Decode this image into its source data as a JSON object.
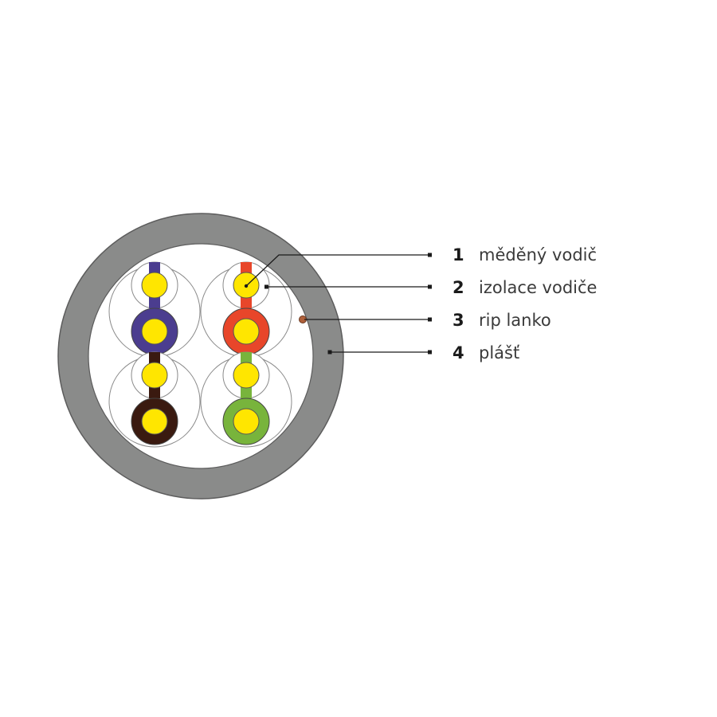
{
  "colors": {
    "jacket": "#8a8b8a",
    "jacket_edge": "#5c5c5c",
    "copper": "#ffe600",
    "rip_cord": "#b0603a",
    "pair_outline": "#8a8a8a",
    "leader": "#1a1a1a",
    "pair_blue": "#4b3d8f",
    "pair_orange": "#e8462a",
    "pair_brown": "#3a1a10",
    "pair_green": "#78b43c"
  },
  "pairs": [
    {
      "name": "blue",
      "color": "#4b3d8f"
    },
    {
      "name": "orange",
      "color": "#e8462a"
    },
    {
      "name": "brown",
      "color": "#3a1a10"
    },
    {
      "name": "green",
      "color": "#78b43c"
    }
  ],
  "legend": [
    {
      "num": "1",
      "text": "měděný vodič"
    },
    {
      "num": "2",
      "text": "izolace vodiče"
    },
    {
      "num": "3",
      "text": "rip lanko"
    },
    {
      "num": "4",
      "text": "plášť"
    }
  ]
}
